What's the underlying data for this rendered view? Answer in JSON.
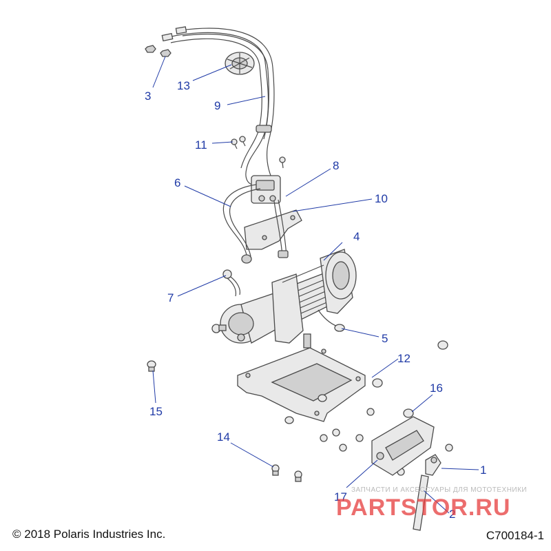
{
  "callouts": [
    "1",
    "2",
    "3",
    "4",
    "5",
    "6",
    "7",
    "8",
    "9",
    "10",
    "11",
    "12",
    "13",
    "14",
    "15",
    "16",
    "17"
  ],
  "footer": {
    "copyright": "© 2018 Polaris Industries Inc.",
    "drawing_number": "C700184-1"
  },
  "watermark": {
    "tagline": "ЗАПЧАСТИ И АКСЕССУАРЫ ДЛЯ МОТОТЕХНИКИ",
    "brand": "PARTSTOR.RU"
  },
  "colors": {
    "callout": "#1f3aa6",
    "line_art": "#4a4a4a",
    "watermark": "#e63c3c"
  }
}
